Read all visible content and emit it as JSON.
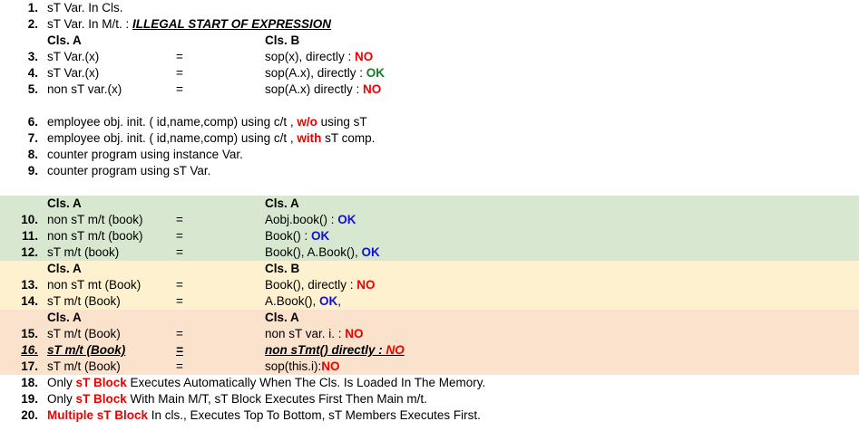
{
  "document": {
    "title": "Static Keyword Summary Notes",
    "colors": {
      "band_green": "#d8e8d0",
      "band_yellow": "#fdf1cf",
      "band_peach": "#fbe2cd",
      "no_red": "#ee0000",
      "ok_green": "#1a7a2a",
      "ok_blue": "#1010d8",
      "text": "#000000",
      "page_background": "#ffffff"
    }
  },
  "section_plain": {
    "row1": {
      "num": "1.",
      "text": "sT Var. In Cls."
    },
    "row2": {
      "num": "2.",
      "text_lead": "sT Var. In M/t. : ",
      "text_emph": "ILLEGAL START OF EXPRESSION"
    },
    "header_ab": {
      "col1": "Cls. A",
      "col2": "Cls. B"
    },
    "row3": {
      "num": "3.",
      "col1": "sT Var.(x)",
      "eq": "=",
      "col2_lead": "sop(x), directly : ",
      "col2_verdict": "NO",
      "verdict_color": "red"
    },
    "row4": {
      "num": "4.",
      "col1": "sT Var.(x)",
      "eq": "=",
      "col2_lead": "sop(A.x), directly : ",
      "col2_verdict": "OK",
      "verdict_color": "green"
    },
    "row5": {
      "num": "5.",
      "col1": "non sT var.(x)",
      "eq": "=",
      "col2_lead": "sop(A.x) directly : ",
      "col2_verdict": "NO",
      "verdict_color": "red"
    },
    "row6": {
      "num": "6.",
      "lead": "employee obj. init. ( id,name,comp) using c/t , ",
      "mid": "w/o",
      "tail": " using sT"
    },
    "row7": {
      "num": "7.",
      "lead": "employee obj. init. ( id,name,comp) using c/t , ",
      "mid": "with",
      "tail": " sT comp."
    },
    "row8": {
      "num": "8.",
      "text": "counter program using instance Var."
    },
    "row9": {
      "num": "9.",
      "text": "counter program using sT Var."
    }
  },
  "band_green": {
    "header": {
      "col1": "Cls. A",
      "col2": "Cls. A"
    },
    "rows": [
      {
        "num": "10.",
        "col1": "non sT m/t (book)",
        "eq": "=",
        "col2_lead": "Aobj.book() : ",
        "col2_verdict": "OK",
        "col2_tail": ""
      },
      {
        "num": "11.",
        "col1": "non sT m/t (book)",
        "eq": "=",
        "col2_lead": "Book() : ",
        "col2_verdict": "OK",
        "col2_tail": ""
      },
      {
        "num": "12.",
        "col1": "sT m/t (book)",
        "eq": "=",
        "col2_lead": "Book(), A.Book(), ",
        "col2_verdict": "OK",
        "col2_tail": ""
      }
    ]
  },
  "band_yellow": {
    "header": {
      "col1": "Cls. A",
      "col2": "Cls. B"
    },
    "rows": [
      {
        "num": "13.",
        "col1": "non sT mt (Book)",
        "eq": "=",
        "col2_lead": "Book(), directly : ",
        "col2_verdict": "NO",
        "col2_tail": ""
      },
      {
        "num": "14.",
        "col1": "sT m/t (Book)",
        "eq": "=",
        "col2_lead": "A.Book(), ",
        "col2_verdict": "OK",
        "col2_tail": ","
      }
    ]
  },
  "band_peach": {
    "header": {
      "col1": "Cls. A",
      "col2": "Cls. A"
    },
    "rows": [
      {
        "num": "15.",
        "col1": "sT m/t (Book)",
        "eq": "=",
        "col2_lead": "non sT var. i. : ",
        "col2_verdict": "NO",
        "col2_tail": ""
      },
      {
        "num": "16.",
        "col1": "sT m/t (Book)",
        "eq": "=",
        "col2_lead": "non sTmt() directly : ",
        "col2_verdict": "NO",
        "col2_tail": ""
      },
      {
        "num": "17.",
        "col1": "sT m/t (Book)",
        "eq": "=",
        "col2_lead": "sop(this.i):",
        "col2_verdict": "NO",
        "col2_tail": ""
      }
    ]
  },
  "section_footer": {
    "row18": {
      "num": "18.",
      "lead": "Only ",
      "highlight": "sT Block",
      "tail": " Executes Automatically When The Cls. Is Loaded In The Memory."
    },
    "row19": {
      "num": "19.",
      "lead": "Only ",
      "highlight": "sT Block",
      "tail": " With Main M/T, sT Block Executes First Then Main m/t."
    },
    "row20": {
      "num": "20.",
      "lead": "",
      "highlight": "Multiple sT Block",
      "tail": " In cls., Executes Top To Bottom, sT Members Executes First."
    }
  }
}
